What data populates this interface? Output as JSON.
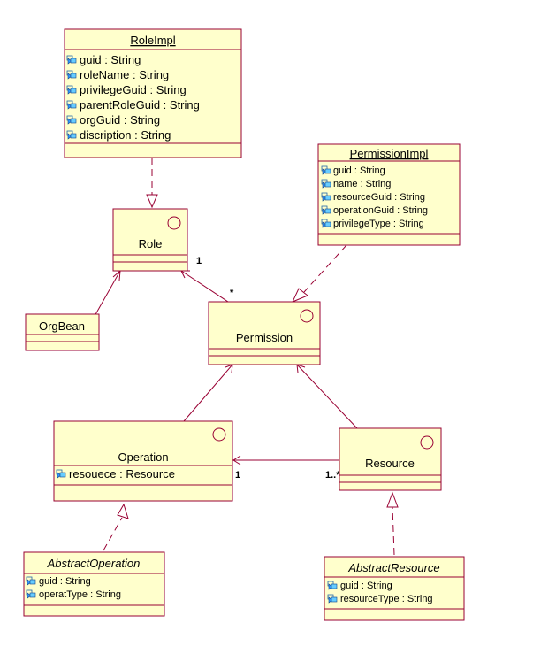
{
  "colors": {
    "box_fill": "#ffffcc",
    "line": "#990033",
    "text": "#000000"
  },
  "classes": {
    "role_impl": {
      "name": "RoleImpl",
      "attributes": [
        "guid : String",
        "roleName : String",
        "privilegeGuid : String",
        "parentRoleGuid : String",
        "orgGuid : String",
        "discription : String"
      ]
    },
    "permission_impl": {
      "name": "PermissionImpl",
      "attributes": [
        "guid : String",
        "name : String",
        "resourceGuid : String",
        "operationGuid : String",
        "privilegeType : String"
      ]
    },
    "role": {
      "name": "Role"
    },
    "org_bean": {
      "name": "OrgBean"
    },
    "permission": {
      "name": "Permission"
    },
    "operation": {
      "name": "Operation",
      "attributes": [
        "resouece : Resource"
      ]
    },
    "resource": {
      "name": "Resource"
    },
    "abstract_operation": {
      "name": "AbstractOperation",
      "attributes": [
        "guid : String",
        "operatType : String"
      ]
    },
    "abstract_resource": {
      "name": "AbstractResource",
      "attributes": [
        "guid : String",
        "resourceType : String"
      ]
    }
  },
  "multiplicities": {
    "role_end": "1",
    "permission_end": "*",
    "operation_end": "1",
    "resource_end": "1..*"
  }
}
